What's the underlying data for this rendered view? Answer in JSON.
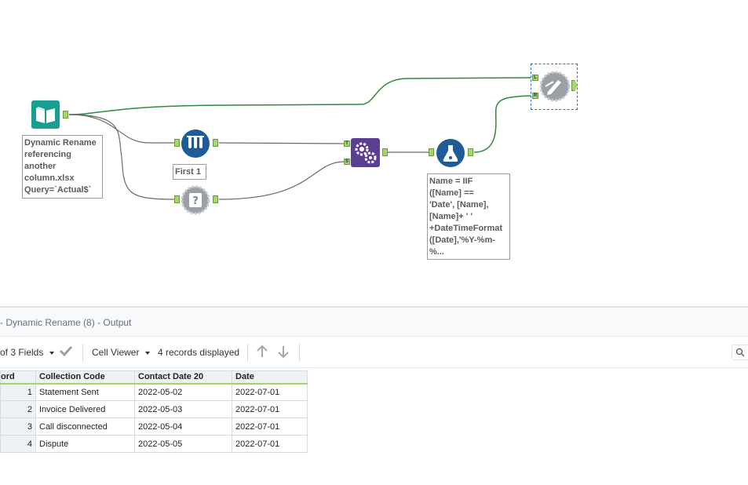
{
  "canvas": {
    "input_tool": {
      "icon": "book-icon",
      "annotation": "Dynamic Rename\nreferencing\nanother\ncolumn.xlsx\nQuery=`Actual$`"
    },
    "sample_tool": {
      "icon": "test-tubes-icon",
      "annotation": "First 1"
    },
    "field_info_tool": {
      "icon": "field-info-icon"
    },
    "append_tool": {
      "icon": "gears-icon",
      "anchor_t": "T",
      "anchor_s": "S"
    },
    "formula_tool": {
      "icon": "flask-icon",
      "annotation": "Name = IIF\n([Name] ==\n'Date', [Name],\n[Name]+ ' '\n+DateTimeFormat\n([Date],'%Y-%m-\n%..."
    },
    "dynamic_rename_tool": {
      "icon": "dynamic-rename-icon",
      "anchor_l": "L",
      "anchor_r": "R"
    },
    "colors": {
      "connector_green": "#2b8a3e",
      "connector_gray": "#6b6b6b",
      "teal": "#1a9e8f",
      "navy": "#1f5b96",
      "purple": "#5b3d91"
    }
  },
  "results": {
    "title": "- Dynamic Rename (8) - Output",
    "toolbar": {
      "fields_label": "of 3 Fields",
      "cell_viewer_label": "Cell Viewer",
      "records_label": "4 records displayed"
    },
    "columns": [
      "ord",
      "Collection Code",
      "Contact Date 20",
      "Date"
    ],
    "rows": [
      {
        "n": "1",
        "code": "Statement Sent",
        "contact": "2022-05-02",
        "date": "2022-07-01"
      },
      {
        "n": "2",
        "code": "Invoice Delivered",
        "contact": "2022-05-03",
        "date": "2022-07-01"
      },
      {
        "n": "3",
        "code": "Call disconnected",
        "contact": "2022-05-04",
        "date": "2022-07-01"
      },
      {
        "n": "4",
        "code": "Dispute",
        "contact": "2022-05-05",
        "date": "2022-07-01"
      }
    ]
  }
}
